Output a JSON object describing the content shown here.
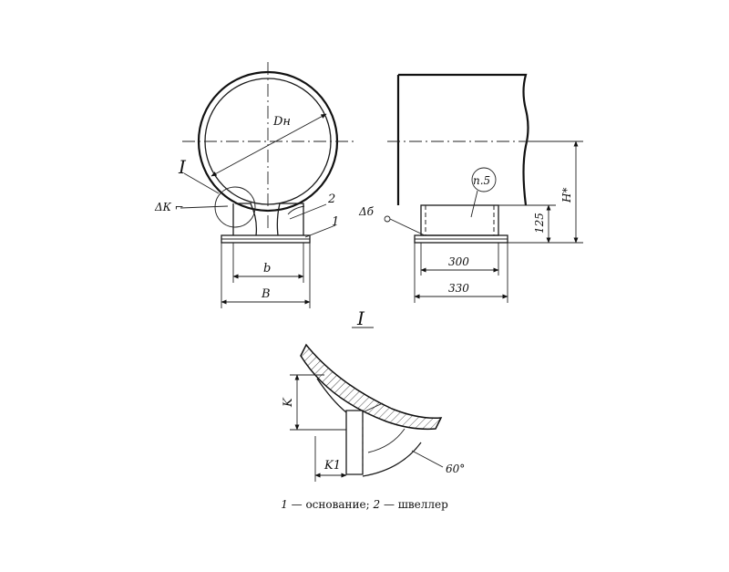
{
  "labels": {
    "dn": "Dн",
    "detail_mark": "I",
    "weld_left": "ΔК ⌐",
    "weld_right": "Δб",
    "part_2": "2",
    "part_1": "1",
    "dim_b_small": "b",
    "dim_b_large": "B",
    "dim_300": "300",
    "dim_330": "330",
    "dim_125": "125",
    "dim_h": "H*",
    "callout": "п.5",
    "detail_title": "I",
    "dim_k": "K",
    "dim_k1": "K1",
    "angle": "60°"
  },
  "caption": {
    "n1": "1",
    "t1": " — основание; ",
    "n2": "2",
    "t2": " — швеллер"
  }
}
